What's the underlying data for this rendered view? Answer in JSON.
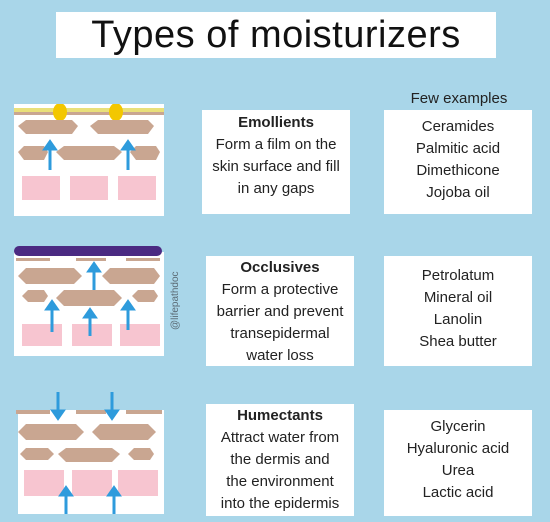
{
  "title": "Types of moisturizers",
  "examples_header": "Few examples",
  "watermark": "@lifepathdoc",
  "types": [
    {
      "name": "Emollients",
      "description": [
        "Form a film on the",
        "skin surface and fill",
        "in any gaps"
      ],
      "examples": [
        "Ceramides",
        "Palmitic acid",
        "Dimethicone",
        "Jojoba oil"
      ]
    },
    {
      "name": "Occlusives",
      "description": [
        "Form a protective",
        "barrier and prevent",
        "transepidermal",
        "water loss"
      ],
      "examples": [
        "Petrolatum",
        "Mineral oil",
        "Lanolin",
        "Shea butter"
      ]
    },
    {
      "name": "Humectants",
      "description": [
        "Attract water from",
        "the dermis and",
        "the environment",
        "into the epidermis"
      ],
      "examples": [
        "Glycerin",
        "Hyaluronic acid",
        "Urea",
        "Lactic acid"
      ]
    }
  ],
  "colors": {
    "background": "#a9d6e9",
    "cell": "#c9a691",
    "dermis": "#f7c5d0",
    "arrow": "#2e9bdc",
    "oil_drop": "#f3c700",
    "film": "#e9e07a",
    "occlusive_layer": "#4b2a82"
  }
}
